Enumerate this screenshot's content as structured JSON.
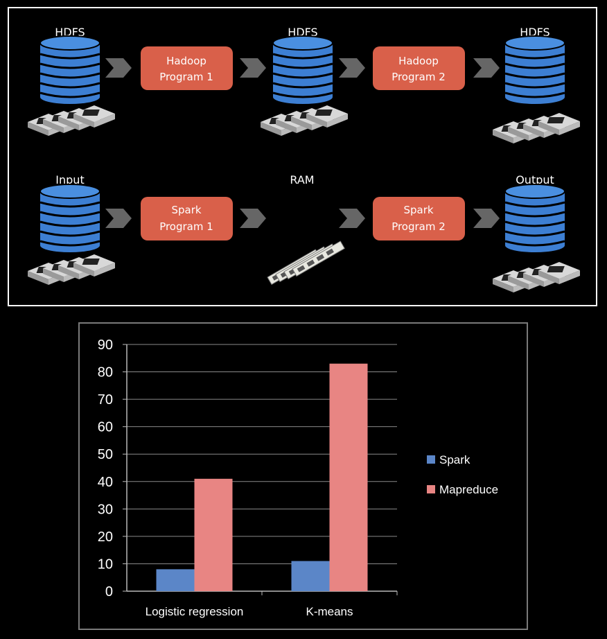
{
  "diagram": {
    "top_row": {
      "store_labels": [
        "HDFS",
        "HDFS",
        "HDFS"
      ],
      "programs": [
        {
          "line1": "Hadoop",
          "line2": "Program 1"
        },
        {
          "line1": "Hadoop",
          "line2": "Program 2"
        }
      ]
    },
    "bottom_row": {
      "store_labels": [
        "Input",
        "Output"
      ],
      "ram_label": "RAM",
      "programs": [
        {
          "line1": "Spark",
          "line2": "Program 1"
        },
        {
          "line1": "Spark",
          "line2": "Program 2"
        }
      ]
    },
    "colors": {
      "db": "#3d7fd3",
      "program": "#d9604a",
      "arrow": "#666666",
      "frame": "#ffffff"
    }
  },
  "chart_data": {
    "type": "bar",
    "categories": [
      "Logistic regression",
      "K-means"
    ],
    "series": [
      {
        "name": "Spark",
        "values": [
          8,
          11
        ],
        "color": "#5b86c8"
      },
      {
        "name": "Mapreduce",
        "values": [
          41,
          83
        ],
        "color": "#e88583"
      }
    ],
    "ylim": [
      0,
      90
    ],
    "yticks": [
      0,
      10,
      20,
      30,
      40,
      50,
      60,
      70,
      80,
      90
    ],
    "grid": true,
    "legend": "right"
  }
}
